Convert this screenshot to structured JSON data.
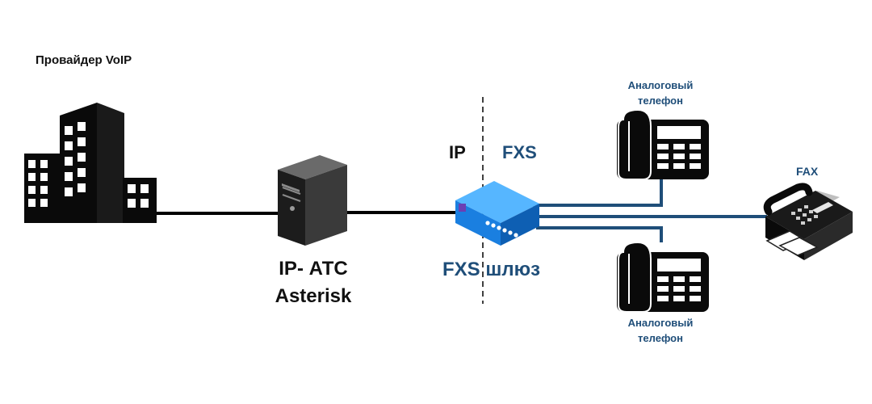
{
  "provider": {
    "label": "Провайдер VoIP"
  },
  "pbx": {
    "line1": "IP- АТС",
    "line2": "Asterisk"
  },
  "gateway": {
    "ip_side": "IP",
    "fxs_side": "FXS",
    "label": "FXS шлюз"
  },
  "phone_top": {
    "line1": "Аналоговый",
    "line2": "телефон"
  },
  "phone_bottom": {
    "line1": "Аналоговый",
    "line2": "телефон"
  },
  "fax": {
    "label": "FAX"
  },
  "colors": {
    "line_black": "#000000",
    "line_blue": "#1f4e79",
    "label_blue": "#1f4e79",
    "gateway_blue": "#1e8bf0"
  }
}
